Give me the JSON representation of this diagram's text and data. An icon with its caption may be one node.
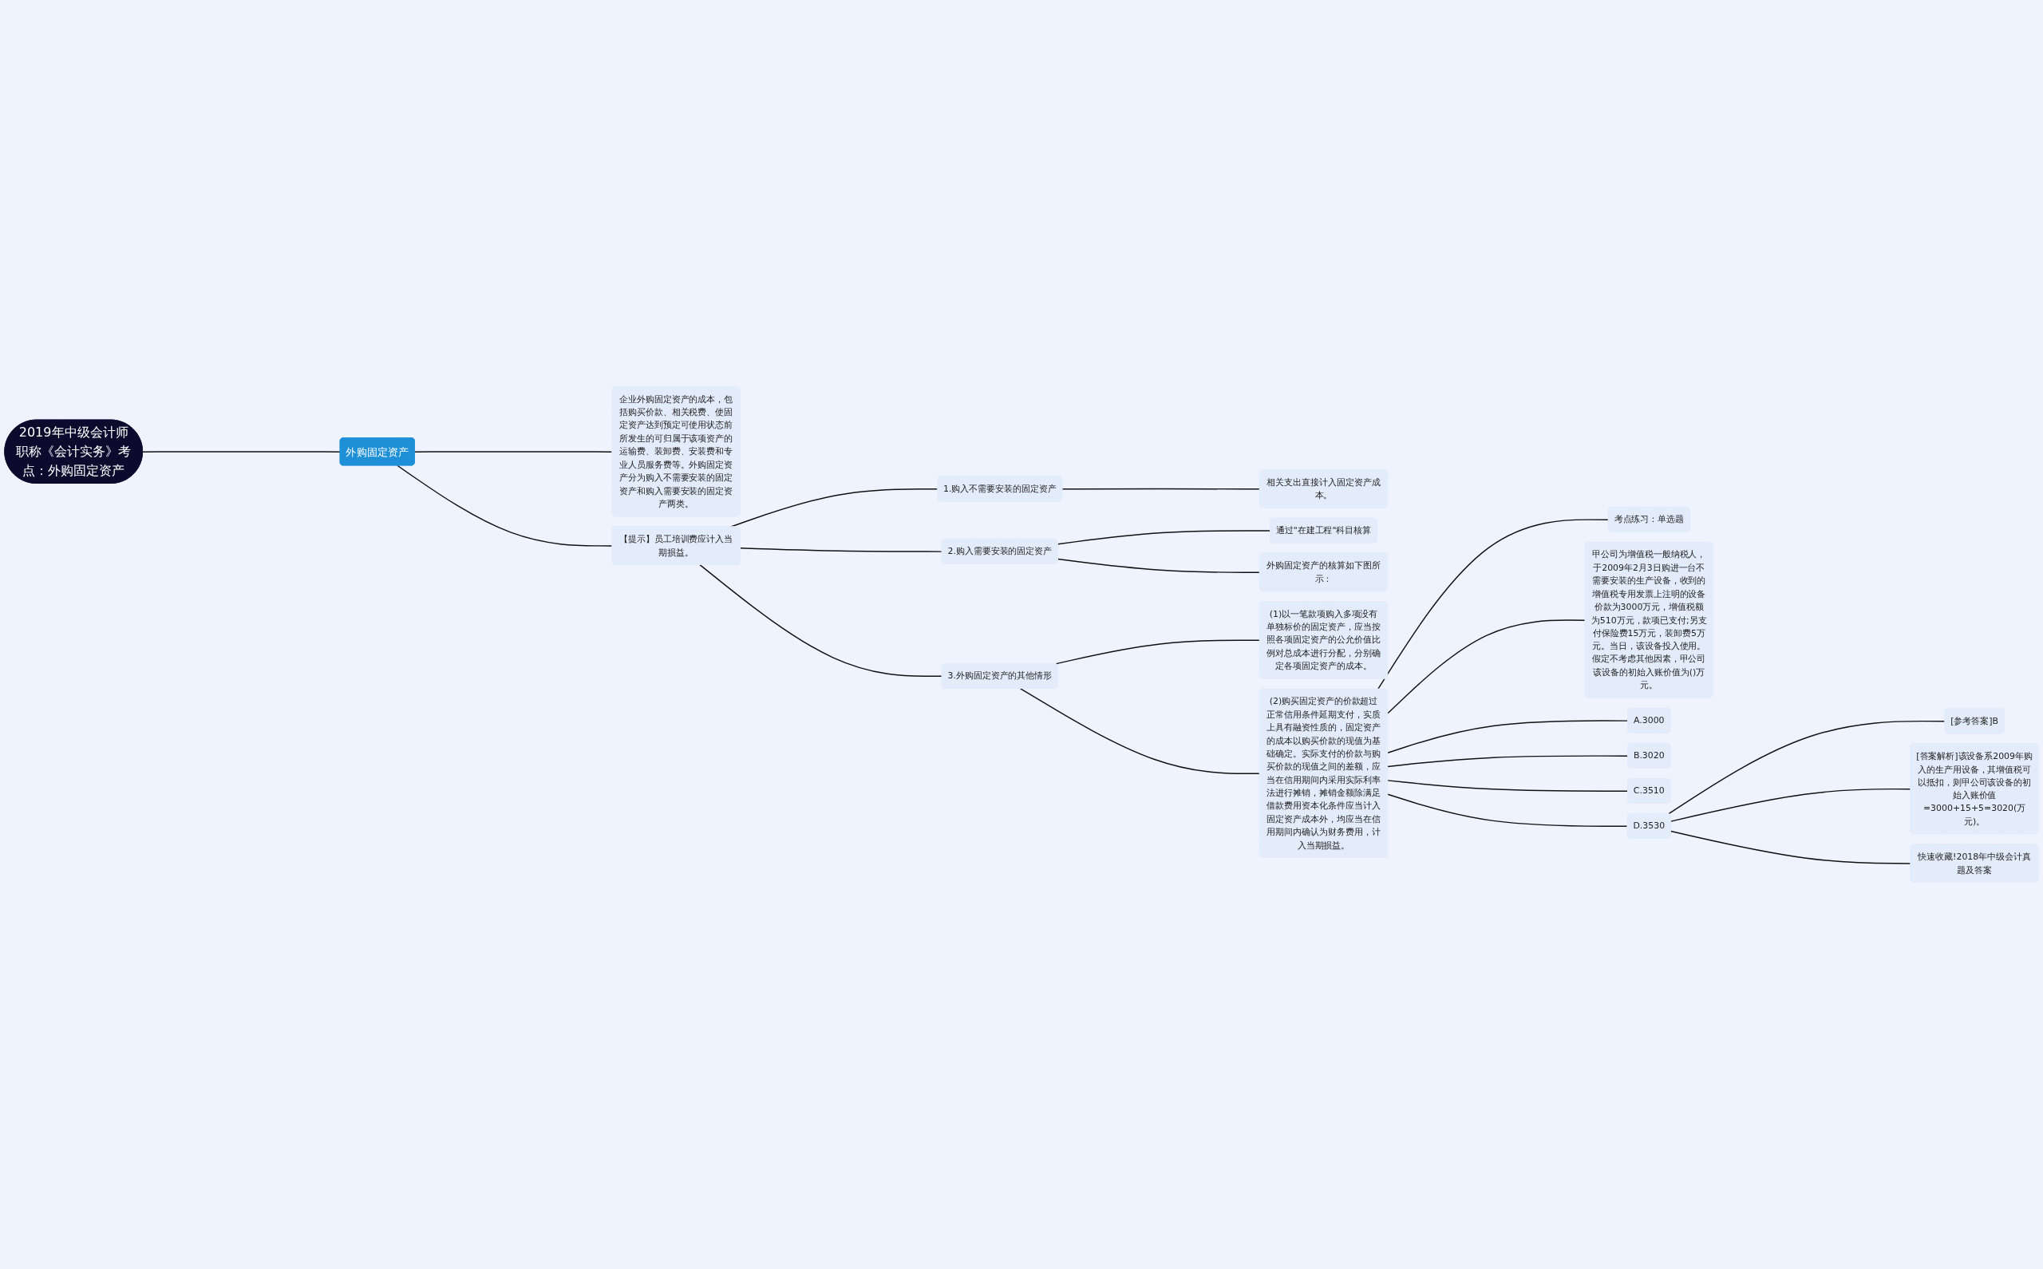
{
  "diagram": {
    "nodes": [
      {
        "text": [
          "2019年中级会计师职称《会计实务》考点：外购固定资产"
        ]
      },
      {
        "text": [
          "外购固定资产"
        ]
      },
      {
        "text": [
          "企业外购固定资产的成本，包括购买价款、相关税费、使固定资产达到预定可使用状态前所发生的可归属于该项资产的运输费、装卸费、安装费和专业人员服务费等。外购固定资产分为购入不需要安装的固定资产和购入需要安装的固定资产两类。"
        ]
      },
      {
        "text": [
          "【提示】员工培训费应计入当期损益。"
        ]
      },
      {
        "text": [
          "1.购入不需要安装的固定资产"
        ]
      },
      {
        "text": [
          "相关支出直接计入固定资产成本。"
        ]
      },
      {
        "text": [
          "2.购入需要安装的固定资产"
        ]
      },
      {
        "text": [
          "通过\"在建工程\"科目核算"
        ]
      },
      {
        "text": [
          "外购固定资产的核算如下图所示："
        ]
      },
      {
        "text": [
          "3.外购固定资产的其他情形"
        ]
      },
      {
        "text": [
          "(1)以一笔款项购入多项没有单独标价的固定资产，应当按照各项固定资产的公允价值比例对总成本进行分配，分别确定各项固定资产的成本。"
        ]
      },
      {
        "text": [
          "(2)购买固定资产的价款超过正常信用条件延期支付，实质上具有融资性质的，固定资产的成本以购买价款的现值为基础确定。实际支付的价款与购买价款的现值之间的差额，应当在信用期间内采用实际利率法进行摊销，摊销金额除满足借款费用资本化条件应当计入固定资产成本外，均应当在信用期间内确认为财务费用，计入当期损益。"
        ]
      },
      {
        "text": [
          "考点练习：单选题"
        ]
      },
      {
        "text": [
          "甲公司为增值税一般纳税人，于2009年2月3日购进一台不需要安装的生产设备，收到的增值税专用发票上注明的设备价款为3000万元，增值税额为510万元，款项已支付;另支付保险费15万元，装卸费5万元。当日，该设备投入使用。假定不考虑其他因素，甲公司该设备的初始入账价值为()万元。"
        ]
      },
      {
        "text": [
          "A.3000"
        ]
      },
      {
        "text": [
          "B.3020"
        ]
      },
      {
        "text": [
          "C.3510"
        ]
      },
      {
        "text": [
          "D.3530"
        ]
      },
      {
        "text": [
          "[参考答案]B"
        ]
      },
      {
        "text": [
          "[答案解析]该设备系2009年购入的生产用设备，其增值税可以抵扣，则甲公司该设备的初始入账价值=3000+15+5=3020(万元)。"
        ]
      },
      {
        "text": [
          "快速收藏!2018年中级会计真题及答案"
        ]
      }
    ],
    "edges": [
      {
        "from": 0,
        "to": 1,
        "arrow": "none"
      },
      {
        "from": 1,
        "to": 2,
        "arrow": "none"
      },
      {
        "from": 1,
        "to": 3,
        "arrow": "none"
      },
      {
        "from": 3,
        "to": 4,
        "arrow": "none"
      },
      {
        "from": 4,
        "to": 5,
        "arrow": "none"
      },
      {
        "from": 3,
        "to": 6,
        "arrow": "none"
      },
      {
        "from": 6,
        "to": 7,
        "arrow": "none"
      },
      {
        "from": 6,
        "to": 8,
        "arrow": "none"
      },
      {
        "from": 3,
        "to": 9,
        "arrow": "none"
      },
      {
        "from": 9,
        "to": 10,
        "arrow": "none"
      },
      {
        "from": 9,
        "to": 11,
        "arrow": "none"
      },
      {
        "from": 11,
        "to": 12,
        "arrow": "none"
      },
      {
        "from": 11,
        "to": 13,
        "arrow": "none"
      },
      {
        "from": 11,
        "to": 14,
        "arrow": "none"
      },
      {
        "from": 11,
        "to": 15,
        "arrow": "none"
      },
      {
        "from": 11,
        "to": 16,
        "arrow": "none"
      },
      {
        "from": 11,
        "to": 17,
        "arrow": "none"
      },
      {
        "from": 17,
        "to": 18,
        "arrow": "none"
      },
      {
        "from": 17,
        "to": 19,
        "arrow": "none"
      },
      {
        "from": 17,
        "to": 20,
        "arrow": "none"
      }
    ]
  }
}
